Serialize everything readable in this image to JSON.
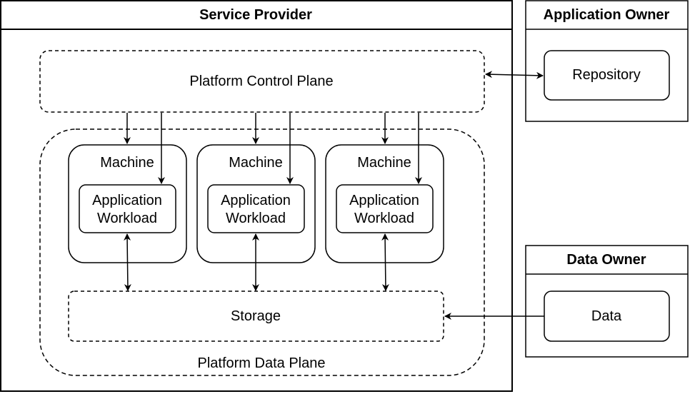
{
  "service_provider": {
    "title": "Service Provider",
    "control_plane": "Platform Control Plane",
    "data_plane": "Platform Data Plane",
    "storage": "Storage",
    "machines": [
      {
        "label": "Machine",
        "workload_line1": "Application",
        "workload_line2": "Workload"
      },
      {
        "label": "Machine",
        "workload_line1": "Application",
        "workload_line2": "Workload"
      },
      {
        "label": "Machine",
        "workload_line1": "Application",
        "workload_line2": "Workload"
      }
    ]
  },
  "application_owner": {
    "title": "Application Owner",
    "repository": "Repository"
  },
  "data_owner": {
    "title": "Data Owner",
    "data": "Data"
  },
  "colors": {
    "stroke": "#000000",
    "background": "#ffffff"
  }
}
